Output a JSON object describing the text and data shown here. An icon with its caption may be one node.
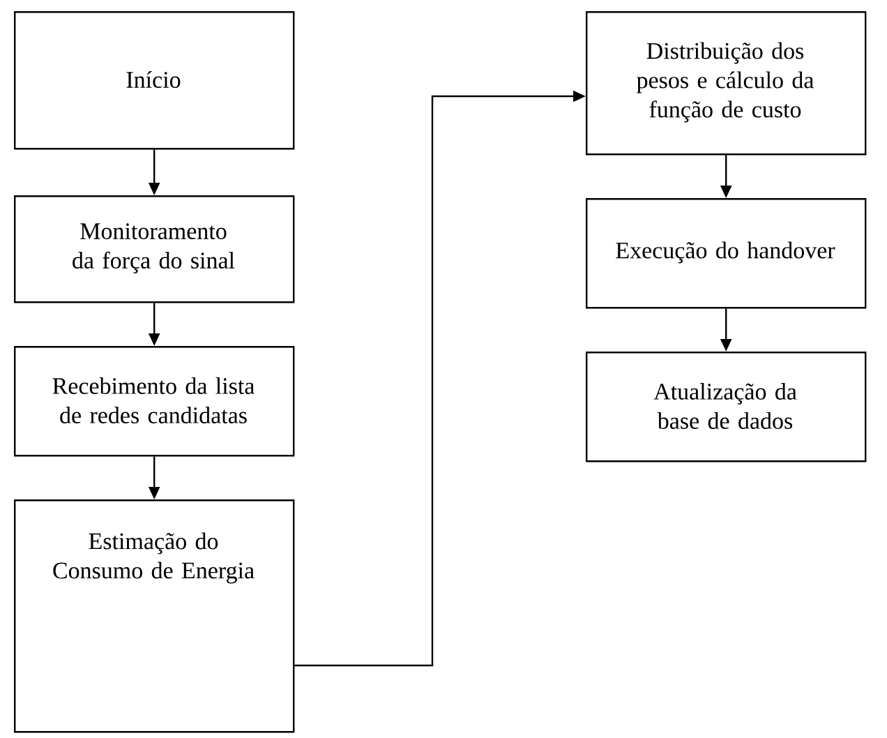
{
  "diagram": {
    "nodes": [
      {
        "text": [
          "Início"
        ]
      },
      {
        "text": [
          "Monitoramento da força do sinal"
        ]
      },
      {
        "text": [
          "Recebimento da lista de redes candidatas"
        ]
      },
      {
        "text": [
          "Estimação do Consumo de Energia"
        ]
      },
      {
        "text": [
          "Distribuição dos pesos e cálculo da função de custo"
        ]
      },
      {
        "text": [
          "Execução do handover"
        ]
      },
      {
        "text": [
          "Atualização da base de dados"
        ]
      }
    ],
    "edges": [
      {
        "from": 0,
        "to": 1,
        "arrow": "to"
      },
      {
        "from": 1,
        "to": 2,
        "arrow": "to"
      },
      {
        "from": 2,
        "to": 3,
        "arrow": "to"
      },
      {
        "from": 3,
        "to": 4,
        "arrow": "to"
      },
      {
        "from": 4,
        "to": 5,
        "arrow": "to"
      },
      {
        "from": 5,
        "to": 6,
        "arrow": "to"
      }
    ]
  }
}
